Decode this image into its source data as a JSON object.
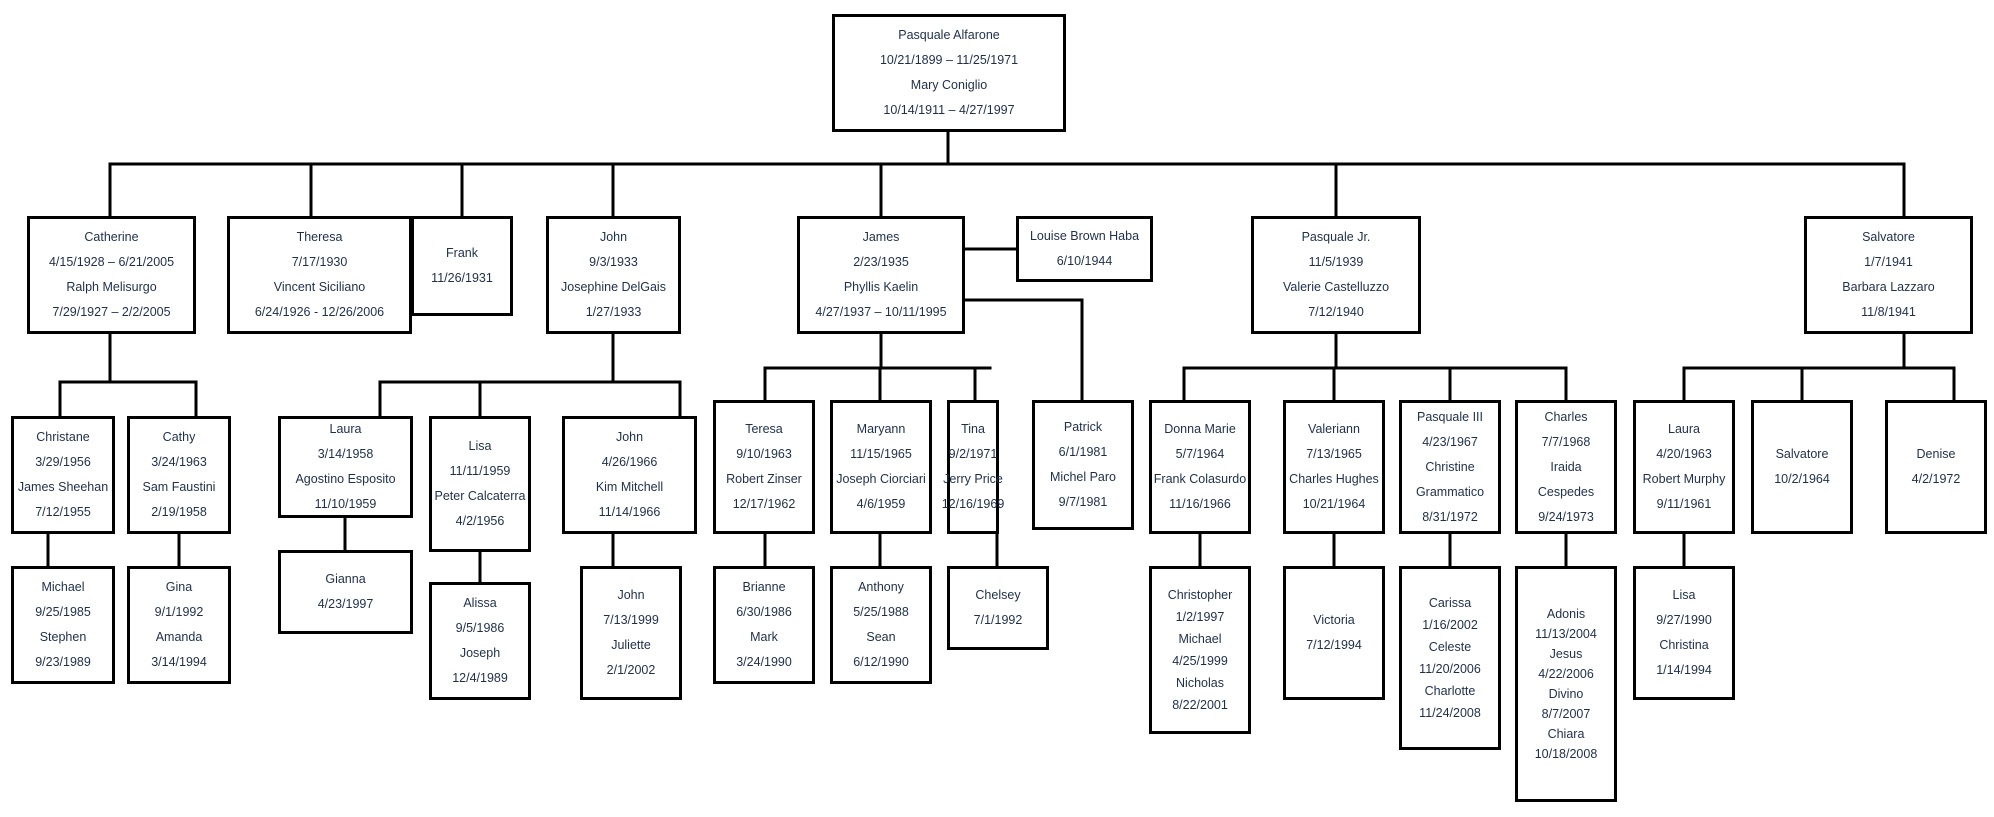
{
  "people": {
    "root": [
      "Pasquale Alfarone",
      "10/21/1899 –  11/25/1971",
      "Mary Coniglio",
      "10/14/1911 –  4/27/1997"
    ],
    "catherine": [
      "Catherine",
      "4/15/1928 –  6/21/2005",
      "Ralph Melisurgo",
      "7/29/1927 – 2/2/2005"
    ],
    "theresa": [
      "Theresa",
      "7/17/1930",
      "Vincent Siciliano",
      "6/24/1926 - 12/26/2006"
    ],
    "frank": [
      "Frank",
      "11/26/1931"
    ],
    "john": [
      "John",
      "9/3/1933",
      "Josephine DelGais",
      "1/27/1933"
    ],
    "james": [
      "James",
      "2/23/1935",
      "Phyllis Kaelin",
      "4/27/1937 – 10/11/1995"
    ],
    "louise": [
      "Louise Brown Haba",
      "6/10/1944"
    ],
    "pasquale_jr": [
      "Pasquale Jr.",
      "11/5/1939",
      "Valerie Castelluzzo",
      "7/12/1940"
    ],
    "salvatore": [
      "Salvatore",
      "1/7/1941",
      "Barbara Lazzaro",
      "11/8/1941"
    ],
    "christane": [
      "Christane",
      "3/29/1956",
      "James Sheehan",
      "7/12/1955"
    ],
    "cathy": [
      "Cathy",
      "3/24/1963",
      "Sam Faustini",
      "2/19/1958"
    ],
    "laura_e": [
      "Laura",
      "3/14/1958",
      "Agostino Esposito",
      "11/10/1959"
    ],
    "lisa_c": [
      "Lisa",
      "11/11/1959",
      "Peter Calcaterra",
      "4/2/1956"
    ],
    "john_m": [
      "John",
      "4/26/1966",
      "Kim Mitchell",
      "11/14/1966"
    ],
    "teresa": [
      "Teresa",
      "9/10/1963",
      "Robert Zinser",
      "12/17/1962"
    ],
    "maryann": [
      "Maryann",
      "11/15/1965",
      "Joseph Ciorciari",
      "4/6/1959"
    ],
    "tina": [
      "Tina",
      "9/2/1971",
      "Jerry Price",
      "12/16/1969"
    ],
    "patrick": [
      "Patrick",
      "6/1/1981",
      "Michel Paro",
      "9/7/1981"
    ],
    "donna": [
      "Donna Marie",
      "5/7/1964",
      "Frank Colasurdo",
      "11/16/1966"
    ],
    "valeriann": [
      "Valeriann",
      "7/13/1965",
      "Charles Hughes",
      "10/21/1964"
    ],
    "pasquale3": [
      "Pasquale III",
      "4/23/1967",
      "Christine",
      "Grammatico",
      "8/31/1972"
    ],
    "charles": [
      "Charles",
      "7/7/1968",
      "Iraida",
      "Cespedes",
      "9/24/1973"
    ],
    "laura_m": [
      "Laura",
      "4/20/1963",
      "Robert Murphy",
      "9/11/1961"
    ],
    "salvatore2": [
      "Salvatore",
      "10/2/1964"
    ],
    "denise": [
      "Denise",
      "4/2/1972"
    ],
    "michael_stephen": [
      "Michael",
      "9/25/1985",
      "Stephen",
      "9/23/1989"
    ],
    "gina_amanda": [
      "Gina",
      "9/1/1992",
      "Amanda",
      "3/14/1994"
    ],
    "gianna": [
      "Gianna",
      "4/23/1997"
    ],
    "alissa_joseph": [
      "Alissa",
      "9/5/1986",
      "Joseph",
      "12/4/1989"
    ],
    "john_juliette": [
      "John",
      "7/13/1999",
      "Juliette",
      "2/1/2002"
    ],
    "brianne_mark": [
      "Brianne",
      "6/30/1986",
      "Mark",
      "3/24/1990"
    ],
    "anthony_sean": [
      "Anthony",
      "5/25/1988",
      "Sean",
      "6/12/1990"
    ],
    "chelsey": [
      "Chelsey",
      "7/1/1992"
    ],
    "christopher": [
      "Christopher",
      "1/2/1997",
      "Michael",
      "4/25/1999",
      "Nicholas",
      "8/22/2001"
    ],
    "victoria": [
      "Victoria",
      "7/12/1994"
    ],
    "carissa": [
      "Carissa",
      "1/16/2002",
      "Celeste",
      "11/20/2006",
      "Charlotte",
      "11/24/2008"
    ],
    "adonis": [
      "Adonis",
      "11/13/2004",
      "Jesus",
      "4/22/2006",
      "Divino",
      "8/7/2007",
      "Chiara",
      "10/18/2008"
    ],
    "lisa_christina": [
      "Lisa",
      "9/27/1990",
      "Christina",
      "1/14/1994"
    ]
  }
}
